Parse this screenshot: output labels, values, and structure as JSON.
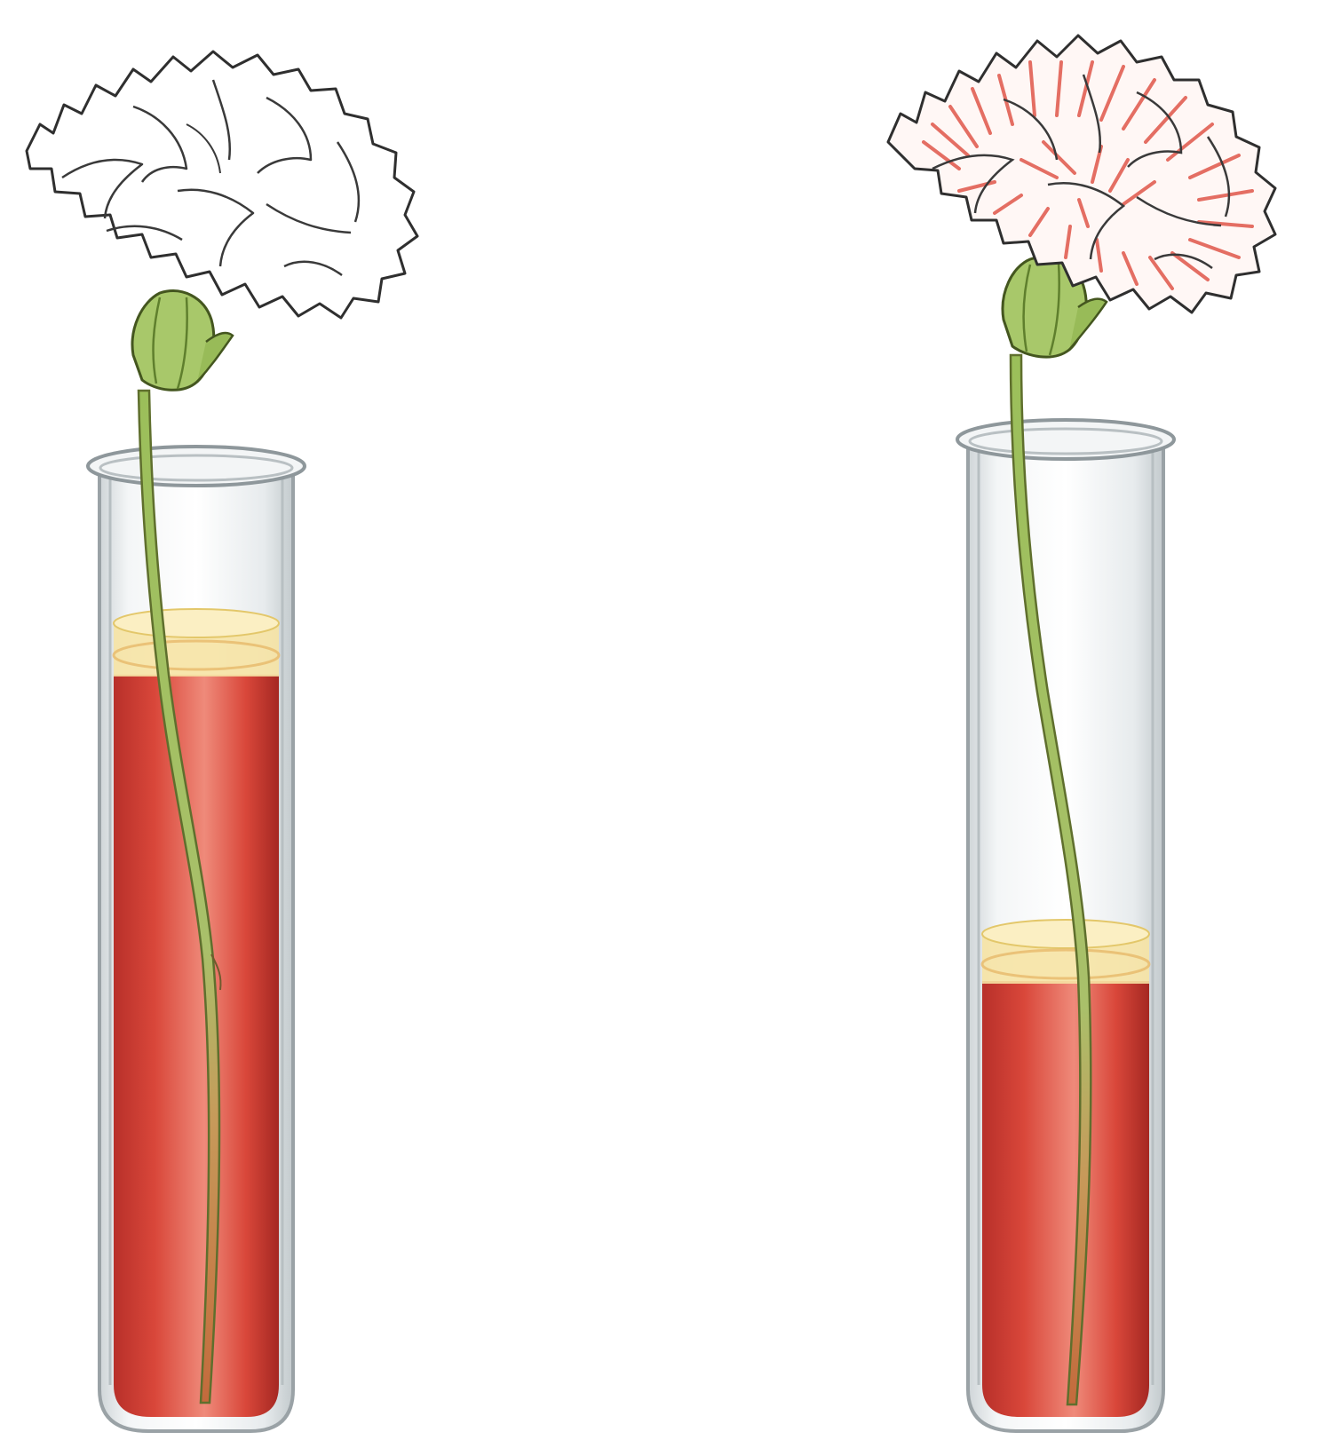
{
  "figure": {
    "type": "illustration",
    "panels": [
      {
        "id": "left",
        "flower": "white-carnation",
        "flower_tint": "none",
        "liquid_level": "high"
      },
      {
        "id": "right",
        "flower": "carnation",
        "flower_tint": "red-streaked",
        "liquid_level": "low"
      }
    ]
  },
  "colors": {
    "background": "#ffffff",
    "liquid_red": "#d9473a",
    "liquid_red_dark": "#b8302a",
    "liquid_top": "#f6e3a4",
    "glass": "#dfe4e6",
    "glass_edge": "#9aa2a6",
    "stem_green": "#9bbf5a",
    "stem_dark": "#5f7f2d",
    "stem_red": "#c77a4a",
    "petal_white": "#ffffff",
    "petal_outline": "#3a3a3a",
    "petal_streak": "#e0574a",
    "calyx_green": "#a8c86a"
  }
}
